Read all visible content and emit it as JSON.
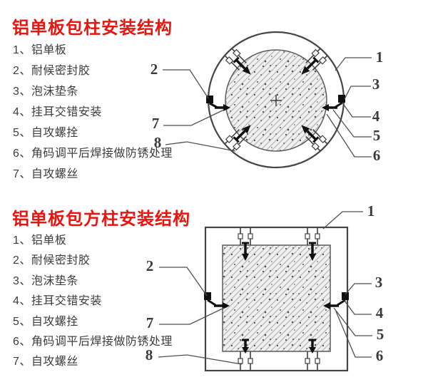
{
  "colors": {
    "title_red": "#e61610",
    "legend_text": "#3d3d3d",
    "diagram_line": "#454545",
    "fastener_black": "#101010",
    "hatch_fill": "#f0f0f0"
  },
  "section1": {
    "title": "铝单板包柱安装结构",
    "items": [
      "1、铝单板",
      "2、耐候密封胶",
      "3、泡沫垫条",
      "4、挂耳交错安装",
      "5、自攻螺拴",
      "6、角码调平后焊接做防锈处理",
      "7、自攻螺丝"
    ]
  },
  "section2": {
    "title": "铝单板包方柱安装结构",
    "items": [
      "1、铝单板",
      "2、耐候密封胶",
      "3、泡沫垫条",
      "4、挂耳交错安装",
      "5、自攻螺拴",
      "6、角码调平后焊接做防锈处理",
      "7、自攻螺丝"
    ]
  },
  "diagram1": {
    "shape": "round-column-section",
    "callouts": [
      "1",
      "2",
      "3",
      "4",
      "5",
      "6",
      "7",
      "8"
    ]
  },
  "diagram2": {
    "shape": "square-column-section",
    "callouts": [
      "1",
      "2",
      "3",
      "4",
      "5",
      "6",
      "7",
      "8"
    ]
  }
}
